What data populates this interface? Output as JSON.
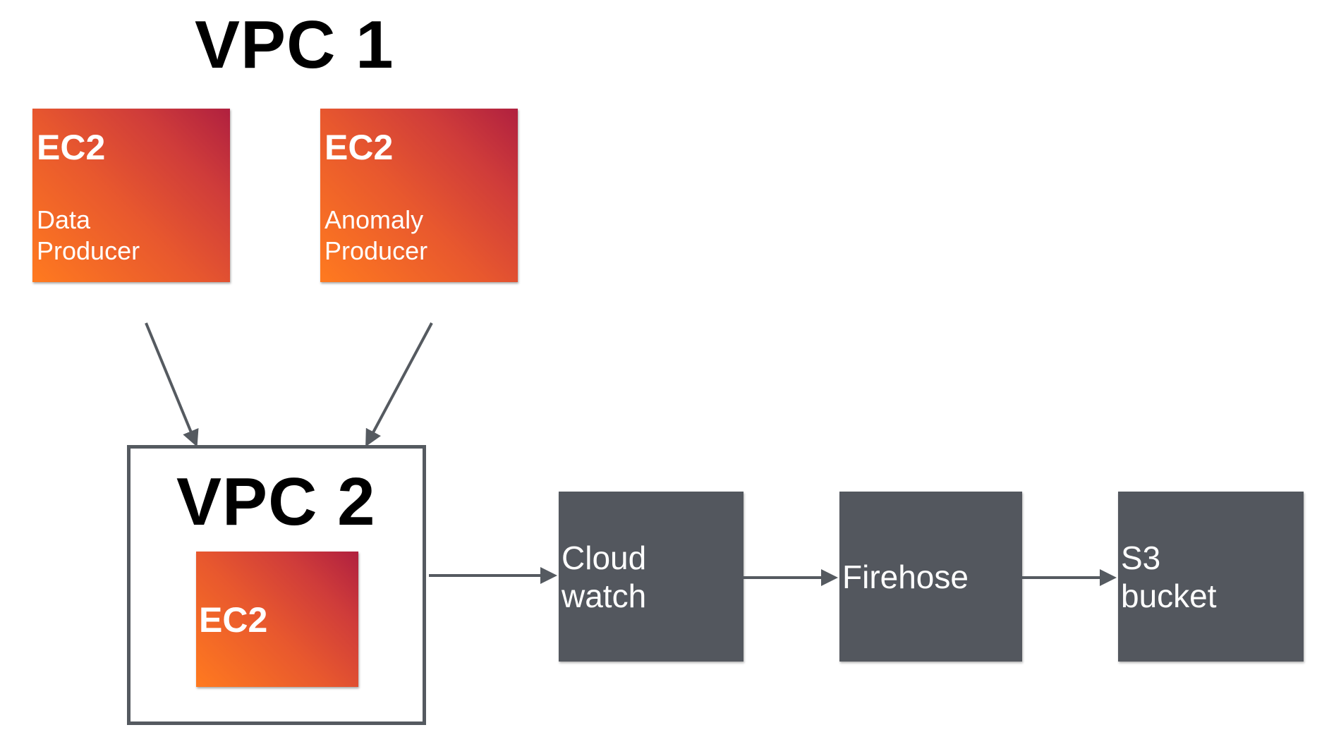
{
  "vpc1": {
    "title": "VPC 1"
  },
  "vpc2": {
    "title": "VPC 2",
    "ec2_label": "EC2"
  },
  "instances": [
    {
      "label": "EC2",
      "line1": "Data",
      "line2": "Producer"
    },
    {
      "label": "EC2",
      "line1": "Anomaly",
      "line2": "Producer"
    }
  ],
  "services": {
    "cloudwatch": "Cloud\nwatch",
    "firehose": "Firehose",
    "s3": "S3\nbucket"
  },
  "colors": {
    "ec2_gradient_start": "#ff7a1f",
    "ec2_gradient_end": "#b0203f",
    "service_box": "#53575e",
    "arrow": "#555a60",
    "vpc_border": "#555a60"
  }
}
